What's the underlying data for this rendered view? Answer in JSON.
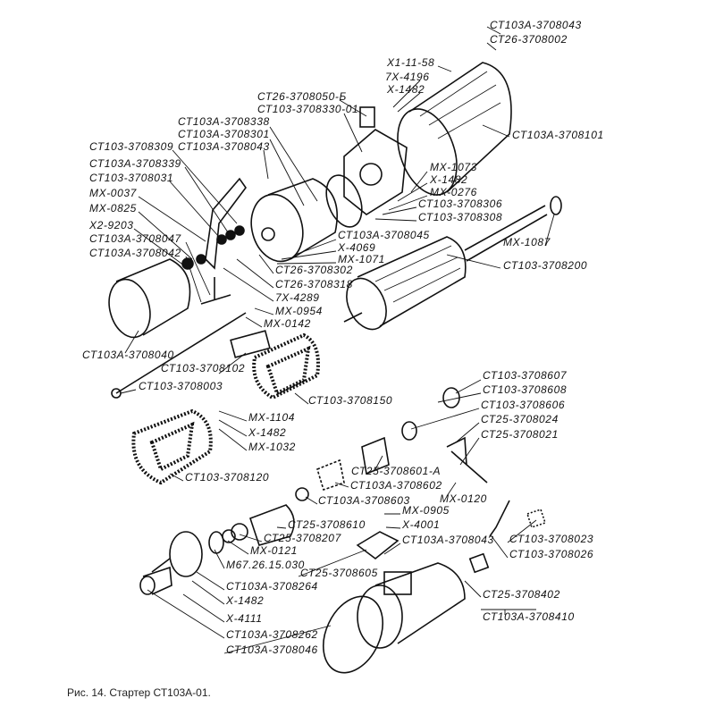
{
  "figure": {
    "caption": "Рис. 14. Стартер СТ103А-01.",
    "labels": [
      "СТ103А-3708043",
      "СТ26-3708002",
      "Х1-11-58",
      "7Х-4196",
      "Х-1482",
      "СТ103А-3708101",
      "СТ26-3708050-Б",
      "СТ103-3708330-01",
      "СТ103А-3708338",
      "СТ103А-3708301",
      "СТ103А-3708043",
      "СТ103-3708309",
      "СТ103А-3708339",
      "СТ103-3708031",
      "МХ-0037",
      "МХ-0825",
      "Х2-9203",
      "СТ103А-3708047",
      "СТ103А-3708042",
      "МХ-1073",
      "Х-1482",
      "МХ-0276",
      "СТ103-3708306",
      "СТ103-3708308",
      "СТ103А-3708045",
      "Х-4069",
      "МХ-1071",
      "СТ26-3708302",
      "СТ26-3708318",
      "7Х-4289",
      "МХ-0954",
      "МХ-0142",
      "МХ-1087",
      "СТ103-3708200",
      "СТ103А-3708040",
      "СТ103-3708102",
      "СТ103-3708003",
      "СТ103-3708150",
      "СТ103-3708607",
      "СТ103-3708608",
      "СТ103-3708606",
      "СТ25-3708024",
      "СТ25-3708021",
      "МХ-1104",
      "Х-1482",
      "МХ-1032",
      "СТ103-3708120",
      "СТ25-3708601-А",
      "СТ103А-3708602",
      "СТ103А-3708603",
      "МХ-0120",
      "МХ-0905",
      "Х-4001",
      "СТ25-3708610",
      "СТ25-3708207",
      "СТ103А-3708043",
      "СТ103-3708023",
      "СТ103-3708026",
      "МХ-0121",
      "М67.26.15.030",
      "СТ25-3708605",
      "СТ103А-3708264",
      "Х-1482",
      "СТ25-3708402",
      "Х-4111",
      "СТ103А-3708410",
      "СТ103А-3708262",
      "СТ103А-3708046"
    ]
  }
}
